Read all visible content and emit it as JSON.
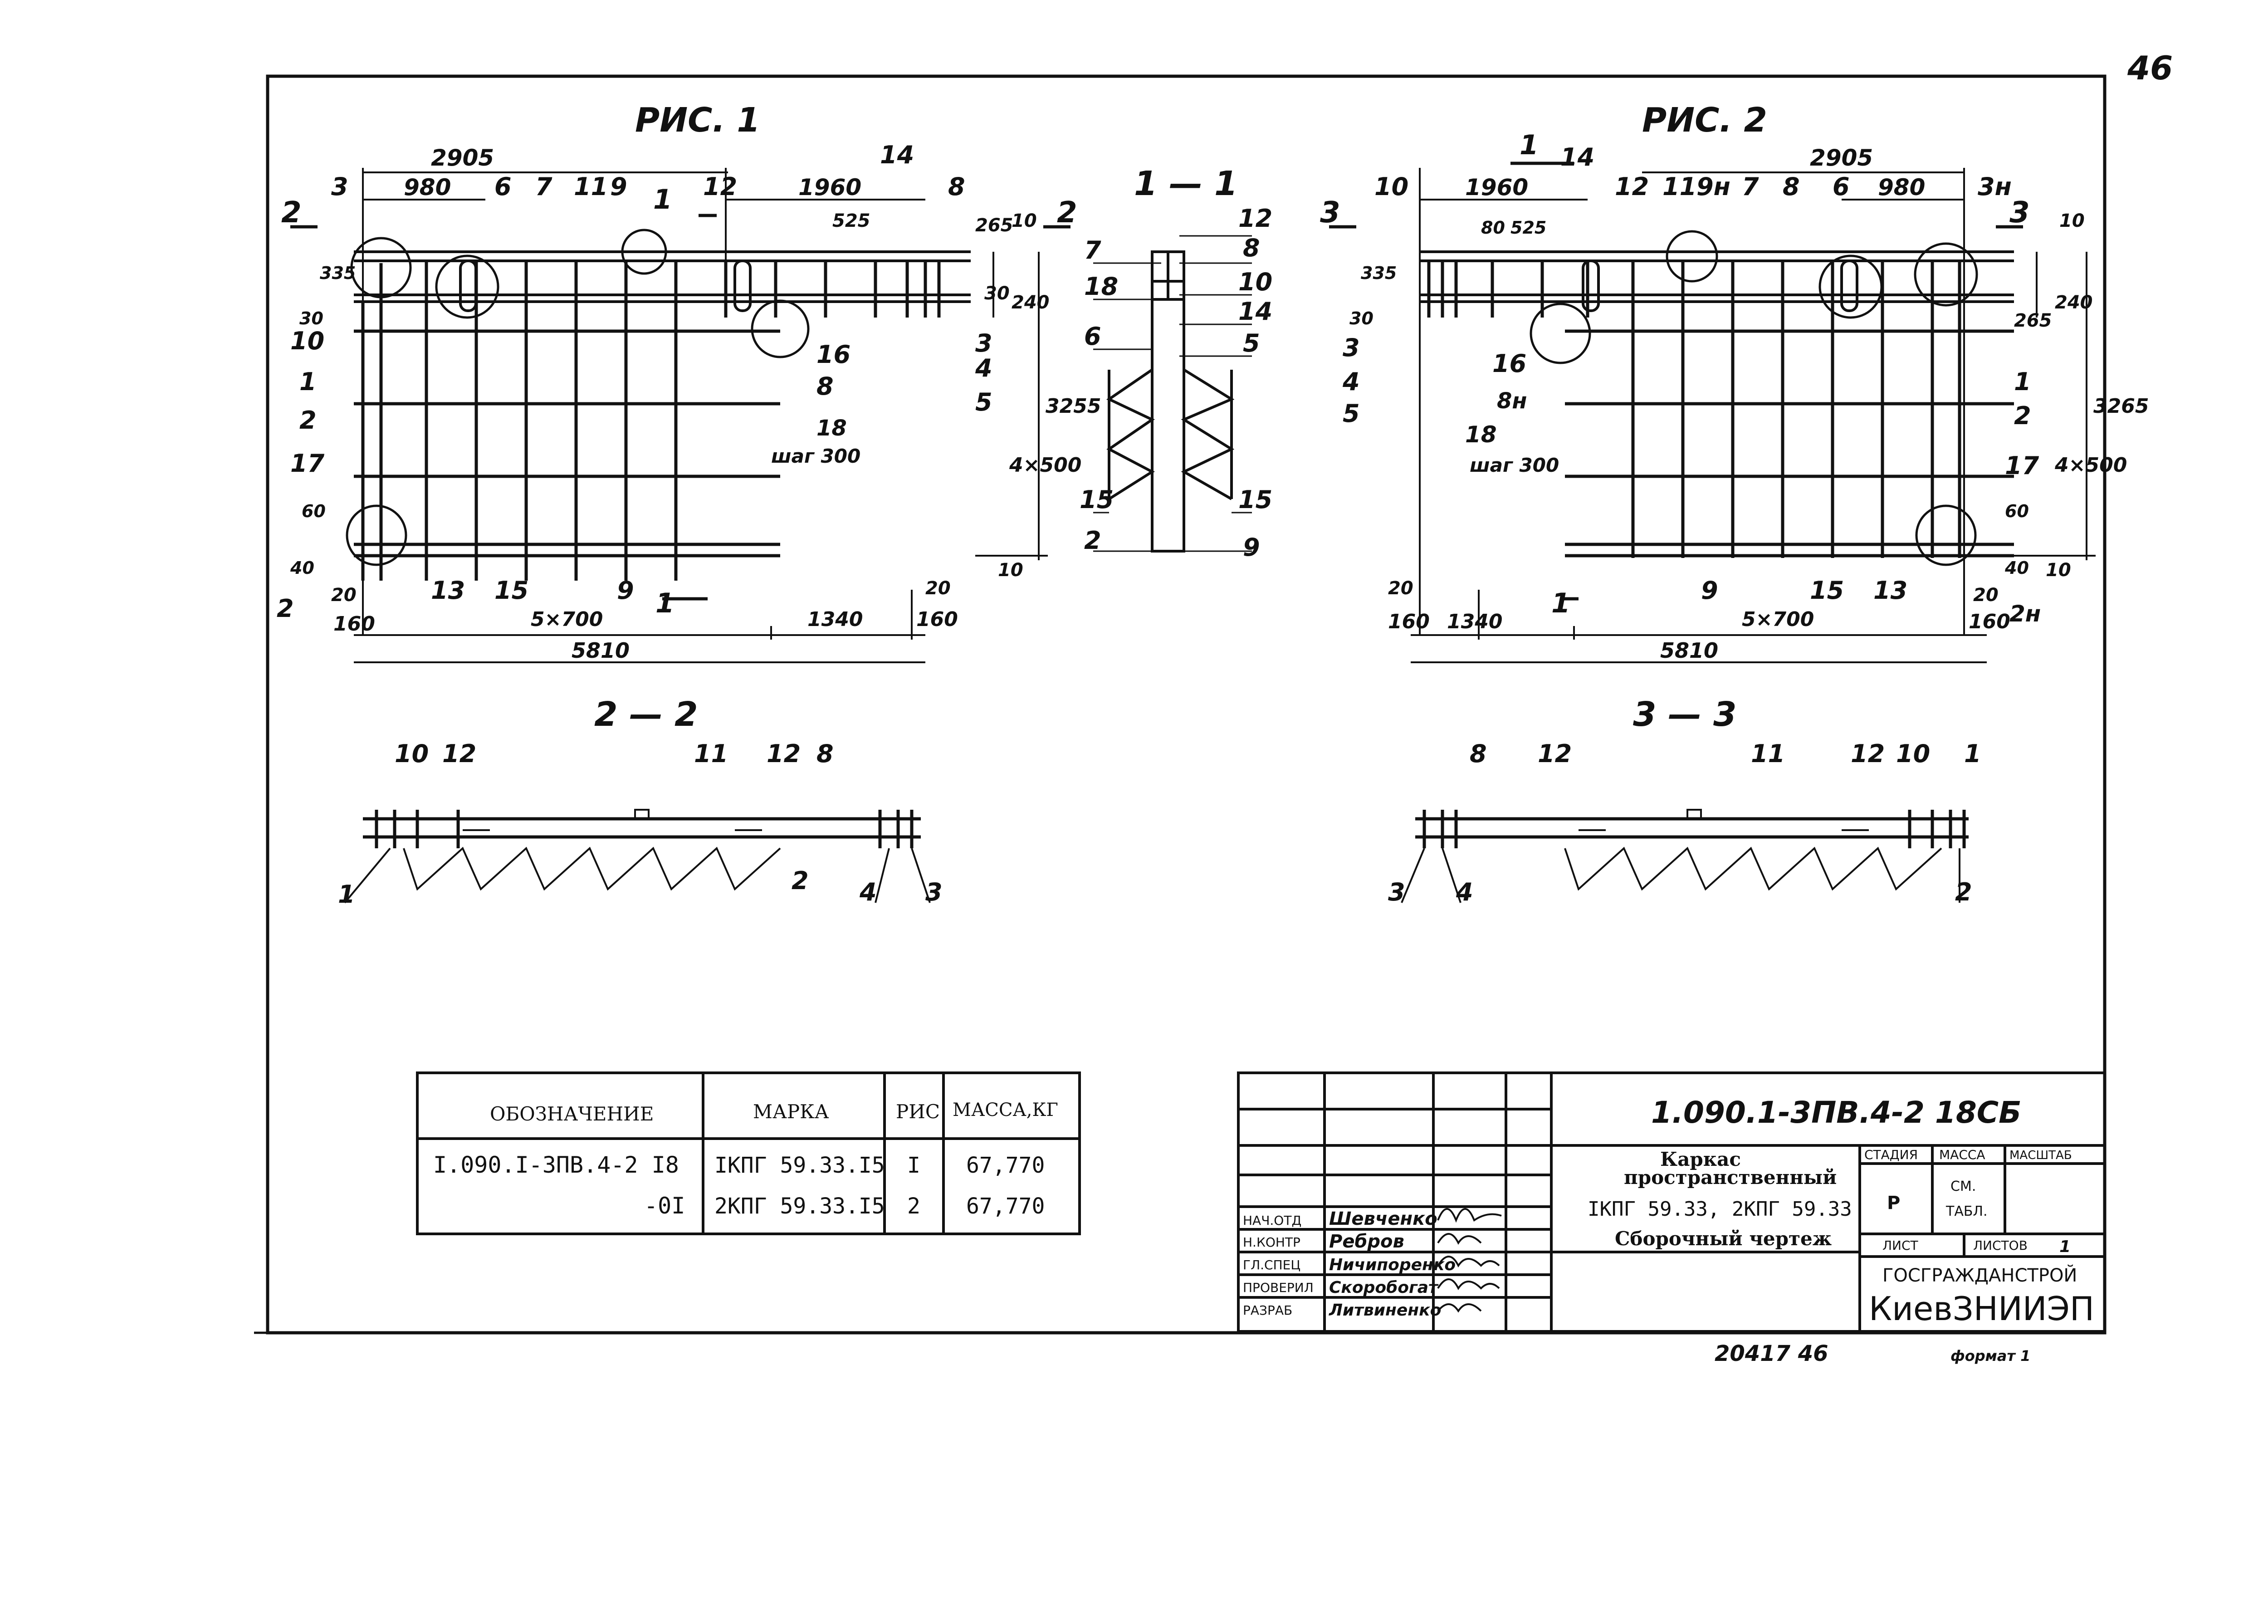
{
  "page_number": "46",
  "bottom_note": {
    "left": "20417  46",
    "right": "формат 1"
  },
  "figures": {
    "fig1": {
      "title": "РИС. 1",
      "top_dims": [
        "2905",
        "980",
        "1960"
      ],
      "bottom_dims": [
        "20",
        "160",
        "5×700",
        "1340",
        "20",
        "160"
      ],
      "overall": "5810",
      "right_dims": [
        "10",
        "265",
        "30",
        "240",
        "3255",
        "4×500",
        "10"
      ],
      "inner_dims": [
        "525"
      ],
      "left_dims": [
        "335",
        "30",
        "60",
        "40"
      ],
      "callouts": [
        "3",
        "6",
        "7",
        "11",
        "9",
        "12",
        "14",
        "8",
        "10",
        "1",
        "2",
        "17",
        "13",
        "15",
        "9",
        "2",
        "16",
        "8",
        "18",
        "4",
        "3",
        "5"
      ],
      "section_marks": [
        "2",
        "2",
        "1",
        "1"
      ],
      "note": "шаг 300"
    },
    "fig2": {
      "title": "РИС. 2",
      "top_dims": [
        "2905",
        "1960",
        "980"
      ],
      "bottom_dims": [
        "20",
        "160",
        "1340",
        "5×700",
        "20",
        "160"
      ],
      "overall": "5810",
      "right_dims": [
        "10",
        "265",
        "240",
        "3265",
        "4×500",
        "60",
        "40",
        "10"
      ],
      "inner_dims": [
        "80",
        "525"
      ],
      "left_dims": [
        "335",
        "30"
      ],
      "callouts": [
        "10",
        "14",
        "12",
        "11",
        "9н",
        "7",
        "8",
        "6",
        "3н",
        "3",
        "4",
        "5",
        "16",
        "8н",
        "18",
        "1",
        "2",
        "17",
        "13",
        "15",
        "9",
        "2н"
      ],
      "section_marks": [
        "3",
        "3",
        "1",
        "1"
      ],
      "note": "шаг 300"
    },
    "sec11": {
      "title": "1 — 1",
      "callouts": [
        "7",
        "18",
        "6",
        "15",
        "2",
        "12",
        "8",
        "10",
        "14",
        "5",
        "15",
        "9"
      ]
    },
    "sec22": {
      "title": "2 — 2",
      "callouts": [
        "10",
        "12",
        "11",
        "12",
        "8",
        "1",
        "2",
        "4",
        "3"
      ]
    },
    "sec33": {
      "title": "3 — 3",
      "callouts": [
        "8",
        "12",
        "11",
        "12",
        "10",
        "1",
        "3",
        "4",
        "2"
      ]
    }
  },
  "spec_table": {
    "headers": [
      "ОБОЗНАЧЕНИЕ",
      "МАРКА",
      "РИС",
      "МАССА,КГ"
    ],
    "rows": [
      [
        "I.090.I-3ПВ.4-2 I8",
        "IКПГ 59.33.I5",
        "I",
        "67,770"
      ],
      [
        "-0I",
        "2КПГ 59.33.I5",
        "2",
        "67,770"
      ]
    ]
  },
  "title_block": {
    "doc_code": "1.090.1-3ПВ.4-2  18СБ",
    "name_line1": "Каркас",
    "name_line2": "пространственный",
    "name_line3": "IКПГ 59.33, 2КПГ 59.33",
    "name_line4": "Сборочный чертеж",
    "stage_header": "СТАДИЯ",
    "mass_header": "МАССА",
    "scale_header": "МАСШТАБ",
    "stage": "Р",
    "mass_line1": "СМ.",
    "mass_line2": "ТАБЛ.",
    "sheet_label": "ЛИСТ",
    "sheets_label": "ЛИСТОВ",
    "sheets_value": "1",
    "org_line1": "ГОСГРАЖДАНСТРОЙ",
    "org_line2": "КиевЗНИИЭП",
    "signatures": [
      {
        "role": "НАЧ.ОТД",
        "name": "Шевченко"
      },
      {
        "role": "Н.КОНТР",
        "name": "Ребров"
      },
      {
        "role": "ГЛ.СПЕЦ",
        "name": "Ничипоренко"
      },
      {
        "role": "ПРОВЕРИЛ",
        "name": "Скоробогат"
      },
      {
        "role": "РАЗРАБ",
        "name": "Литвиненко"
      }
    ]
  }
}
